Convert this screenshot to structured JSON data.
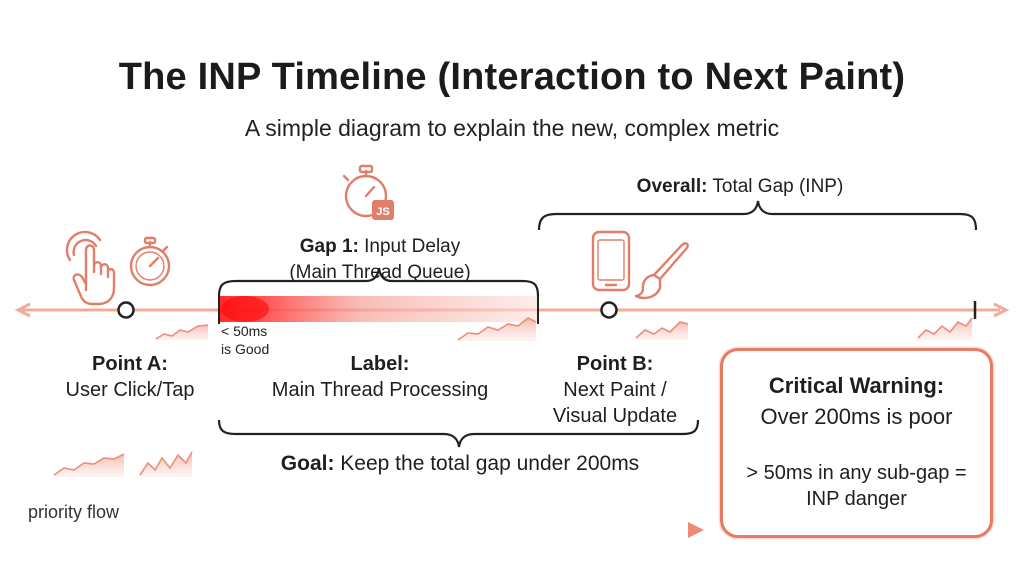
{
  "header": {
    "title": "The INP Timeline (Interaction to Next Paint)",
    "subtitle": "A simple diagram to explain the new, complex metric"
  },
  "overall": {
    "bold": "Overall:",
    "text": " Total Gap (INP)"
  },
  "gap1": {
    "bold": "Gap 1:",
    "text": " Input Delay",
    "line2": "(Main Thread Queue)"
  },
  "good_note": {
    "line1": "< 50ms",
    "line2": "is Good"
  },
  "point_a": {
    "line1": "Point A:",
    "line2": "User Click/Tap"
  },
  "label": {
    "line1": "Label:",
    "line2": "Main Thread Processing"
  },
  "point_b": {
    "line1": "Point B:",
    "line2": "Next Paint /",
    "line3": "Visual Update"
  },
  "goal": {
    "bold": "Goal:",
    "text": " Keep the total gap under 200ms"
  },
  "priority_flow": "priority flow",
  "warning": {
    "title": "Critical Warning:",
    "subtitle": "Over 200ms is poor",
    "detail": "> 50ms in any sub-gap = INP danger"
  },
  "icons": {
    "tap": "tap-hand-icon",
    "stopwatch": "stopwatch-icon",
    "js_stopwatch": "js-stopwatch-icon",
    "js_badge": "JS",
    "phone": "smartphone-icon",
    "brush": "paintbrush-icon"
  },
  "colors": {
    "accent": "#e77a63",
    "accent_light": "#f4b8a8",
    "delay_red": "#ff2a2a",
    "text": "#1f1f1f"
  }
}
